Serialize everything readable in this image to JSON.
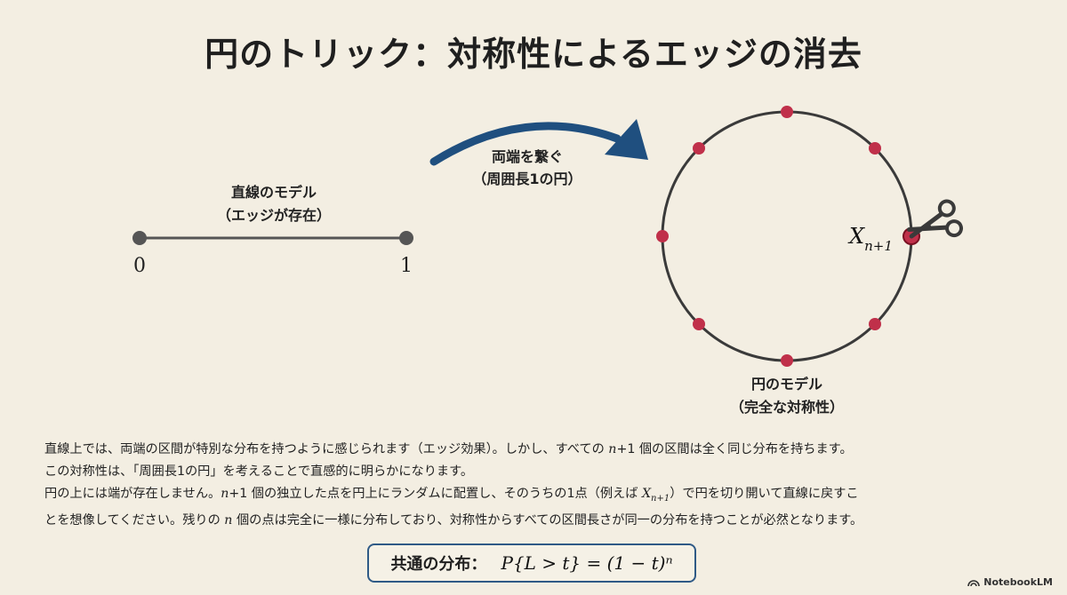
{
  "title": "円のトリック：対称性によるエッジの消去",
  "line_model": {
    "label_1": "直線のモデル",
    "label_2": "（エッジが存在）",
    "left_end": "0",
    "right_end": "1"
  },
  "arrow": {
    "label_1": "両端を繋ぐ",
    "label_2": "（周囲長1の円）"
  },
  "circle_model": {
    "label_1": "円のモデル",
    "label_2": "（完全な対称性）",
    "point_label_base": "X",
    "point_label_sub": "n+1",
    "points": 8,
    "cut_point_index": 2
  },
  "body": {
    "line1_a": "直線上では、両端の区間が特別な分布を持つように感じられます（エッジ効果）。しかし、すべての ",
    "line1_n": "n",
    "line1_b": "+1 個の区間は全く同じ分布を持ちます。",
    "line2": "この対称性は、「周囲長1の円」を考えることで直感的に明らかになります。",
    "line3_a": "円の上には端が存在しません。",
    "line3_n": "n",
    "line3_b": "+1 個の独立した点を円上にランダムに配置し、そのうちの1点（例えば ",
    "line3_x": "X",
    "line3_sub": "n+1",
    "line3_c": "）で円を切り開いて直線に戻すこ",
    "line4_a": "とを想像してください。残りの ",
    "line4_n": "n",
    "line4_b": " 個の点は完全に一様に分布しており、対称性からすべての区間長さが同一の分布を持つことが必然となります。"
  },
  "formula": {
    "label": "共通の分布：",
    "expression": "P{L > t} = (1 − t)ⁿ"
  },
  "watermark": "NotebookLM",
  "colors": {
    "background": "#f3eee2",
    "arrow": "#1f4f7f",
    "points": "#c0304a",
    "line": "#555555",
    "formula_border": "#2f5a86"
  }
}
